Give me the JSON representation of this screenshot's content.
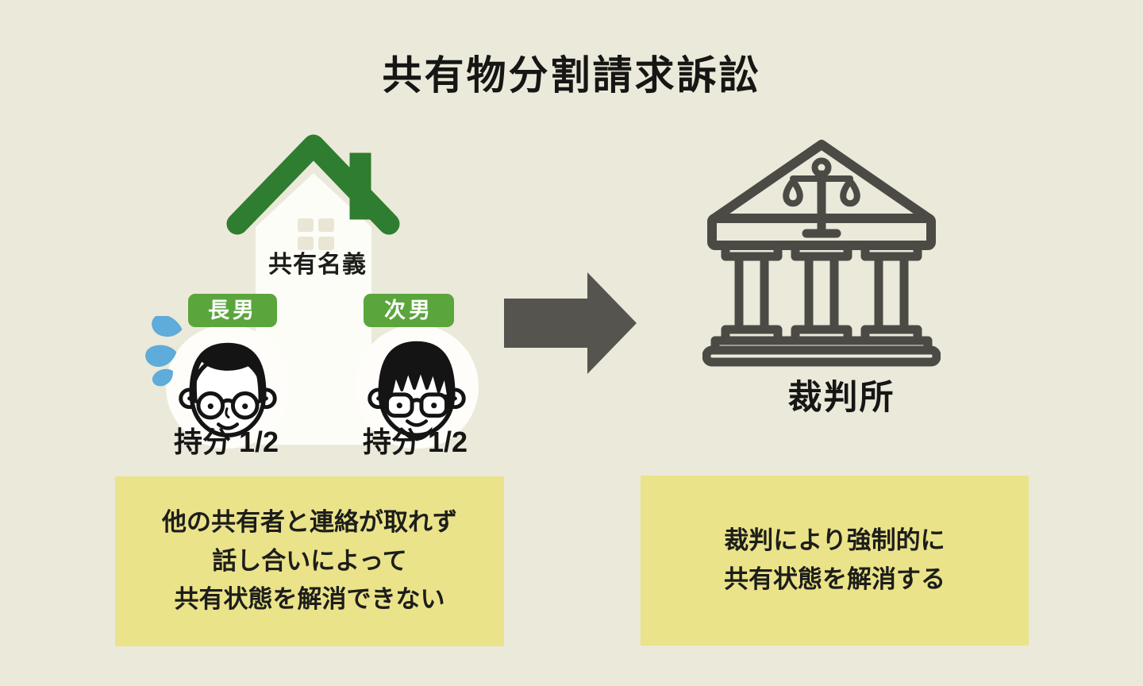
{
  "title": "共有物分割請求訴訟",
  "house": {
    "label": "共有名義"
  },
  "owners": [
    {
      "badge": "長男",
      "share": "持分 1/2"
    },
    {
      "badge": "次男",
      "share": "持分 1/2"
    }
  ],
  "court": {
    "label": "裁判所"
  },
  "boxes": {
    "left": {
      "lines": [
        "他の共有者と連絡が取れず",
        "話し合いによって",
        "共有状態を解消できない"
      ]
    },
    "right": {
      "lines": [
        "裁判により強制的に",
        "共有状態を解消する"
      ]
    }
  },
  "icons": {
    "house": "house-icon",
    "sweat": "sweat-drops-icon",
    "eldest_son_avatar": "man-glasses-avatar-icon",
    "second_son_avatar": "man-glasses-beard-avatar-icon",
    "arrow": "right-arrow-icon",
    "courthouse": "courthouse-scales-icon"
  },
  "colors": {
    "background": "#ebe9da",
    "roof_green": "#2e7d30",
    "badge_green": "#5aa53c",
    "box_yellow": "#eae38a",
    "arrow_gray": "#56544e",
    "court_gray": "#4b4a45",
    "sweat_blue": "#5fabd9",
    "text_black": "#161614"
  }
}
